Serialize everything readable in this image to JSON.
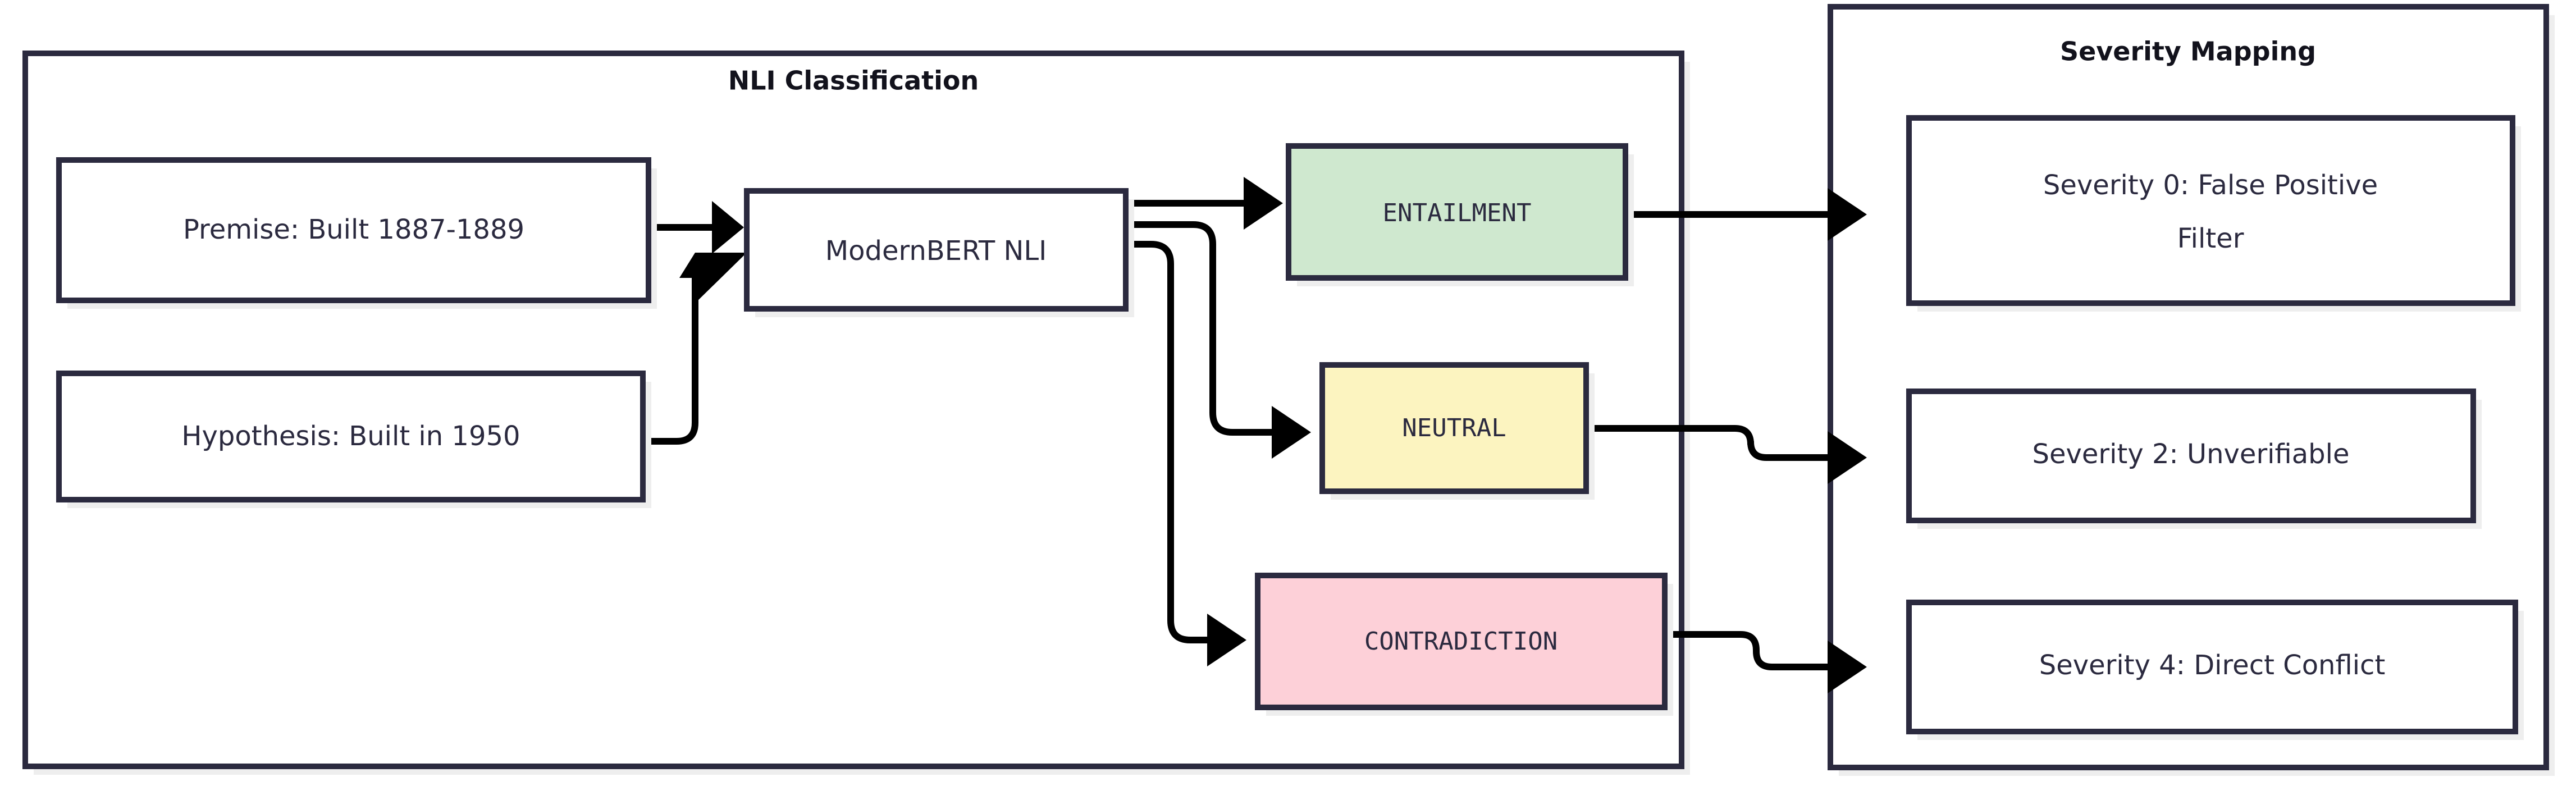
{
  "diagram": {
    "type": "flowchart",
    "direction": "left-to-right",
    "background": "#ffffff",
    "stroke_color": "#2b2a3f",
    "edge_color": "#000000",
    "shadow_color": "#eeeeee"
  },
  "clusters": [
    {
      "id": "nli",
      "title": "NLI Classification"
    },
    {
      "id": "severity",
      "title": "Severity Mapping"
    }
  ],
  "nodes": {
    "premise": {
      "label": "Premise: Built 1887-1889",
      "fill": "#ffffff",
      "style": "plain"
    },
    "hypothesis": {
      "label": "Hypothesis: Built in 1950",
      "fill": "#ffffff",
      "style": "plain"
    },
    "model": {
      "label": "ModernBERT NLI",
      "fill": "#ffffff",
      "style": "plain"
    },
    "entailment": {
      "label": "ENTAILMENT",
      "fill": "#cfe8cf",
      "style": "mono"
    },
    "neutral": {
      "label": "NEUTRAL",
      "fill": "#fcf4c0",
      "style": "mono"
    },
    "contradiction": {
      "label": "CONTRADICTION",
      "fill": "#fdd0d8",
      "style": "mono"
    },
    "sev0_line1": {
      "label": "Severity 0: False Positive",
      "fill": "#ffffff",
      "style": "plain"
    },
    "sev0_line2": {
      "label": "Filter",
      "fill": "#ffffff",
      "style": "plain"
    },
    "sev2": {
      "label": "Severity 2: Unverifiable",
      "fill": "#ffffff",
      "style": "plain"
    },
    "sev4": {
      "label": "Severity 4: Direct Conflict",
      "fill": "#ffffff",
      "style": "plain"
    }
  },
  "edges": [
    {
      "from": "premise",
      "to": "model"
    },
    {
      "from": "hypothesis",
      "to": "model"
    },
    {
      "from": "model",
      "to": "entailment"
    },
    {
      "from": "model",
      "to": "neutral"
    },
    {
      "from": "model",
      "to": "contradiction"
    },
    {
      "from": "entailment",
      "to": "sev0"
    },
    {
      "from": "neutral",
      "to": "sev2"
    },
    {
      "from": "contradiction",
      "to": "sev4"
    }
  ]
}
